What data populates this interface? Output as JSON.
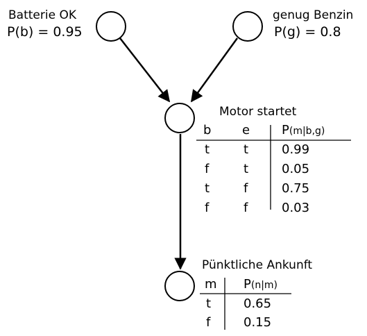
{
  "colors": {
    "stroke": "#000000",
    "background": "#ffffff"
  },
  "nodes": {
    "battery": {
      "label": "Batterie OK",
      "prob": "P(b) = 0.95"
    },
    "fuel": {
      "label": "genug Benzin",
      "prob": "P(g) = 0.8"
    },
    "engine": {
      "label": "Motor startet",
      "table": {
        "headers": [
          "b",
          "e",
          "P",
          "(m|b,g)"
        ],
        "rows": [
          [
            "t",
            "t",
            "0.99"
          ],
          [
            "f",
            "t",
            "0.05"
          ],
          [
            "t",
            "f",
            "0.75"
          ],
          [
            "f",
            "f",
            "0.03"
          ]
        ]
      }
    },
    "arrival": {
      "label": "Pünktliche Ankunft",
      "table": {
        "headers": [
          "m",
          "P",
          "(n|m)"
        ],
        "rows": [
          [
            "t",
            "0.65"
          ],
          [
            "f",
            "0.15"
          ]
        ]
      }
    }
  }
}
